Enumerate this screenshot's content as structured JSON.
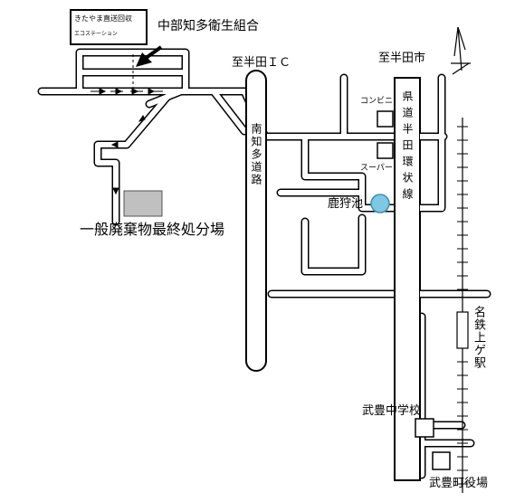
{
  "signboard": {
    "line1": "きたやま直送回収",
    "line2": "エコステーション"
  },
  "labels": {
    "chubu_chita": "中部知多衛生組合",
    "to_handa_ic": "至半田ＩＣ",
    "to_handa_city": "至半田市",
    "convenience": "コンビニ",
    "supermarket": "スーパー",
    "kagari_pond": "鹿狩池",
    "landfill": "一般廃棄物最終処分場",
    "minami_chita_road": "南知多道路",
    "prefectural_road": "県道半田環状線",
    "meitetsu_station": "名鉄上ゲ駅",
    "taketoyo_jhs": "武豊中学校",
    "taketoyo_town_hall": "武豊町役場"
  },
  "colors": {
    "road_outline": "#000000",
    "road_fill": "#ffffff",
    "pond": "#7ec8e3",
    "landfill_block": "#c0c0c0"
  },
  "icons": {
    "north": "north-arrow-icon",
    "pointer": "pointer-arrow-icon"
  }
}
